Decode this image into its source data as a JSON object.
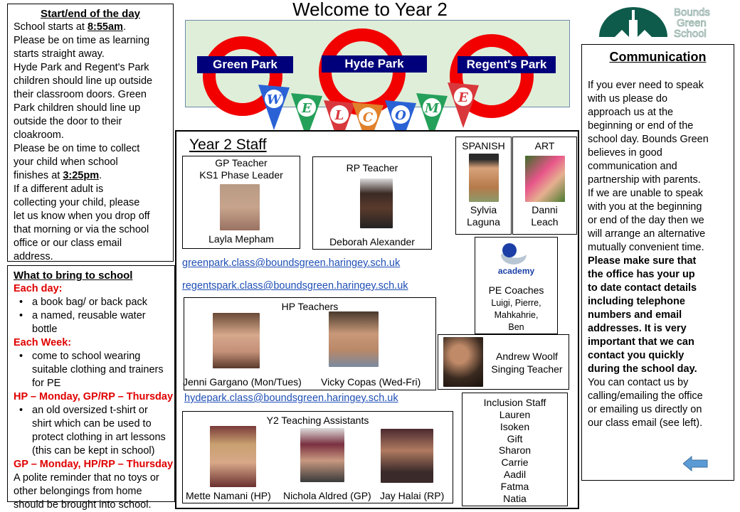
{
  "title": "Welcome to Year 2",
  "logo": {
    "text": "Bounds Green School",
    "color": "#0e5b4b"
  },
  "classes": [
    "Green Park",
    "Hyde Park",
    "Regent's Park"
  ],
  "bunting": [
    "W",
    "E",
    "L",
    "C",
    "O",
    "M",
    "E"
  ],
  "bunting_colors": [
    "#2a62d6",
    "#25a05a",
    "#d8383c",
    "#e0802a",
    "#2a62d6",
    "#25a05a",
    "#d8383c"
  ],
  "start": {
    "heading": "Start/end of the day",
    "lines": [
      [
        "School starts at ",
        {
          "text": "8:55am",
          "cls": "b u"
        },
        "."
      ],
      [
        "Please be on time as learning"
      ],
      [
        "starts straight away."
      ],
      [
        "Hyde Park and Regent's Park"
      ],
      [
        "children should line up outside"
      ],
      [
        "their classroom doors. Green"
      ],
      [
        "Park children should line up"
      ],
      [
        "outside the door to their"
      ],
      [
        "cloakroom."
      ],
      [
        "Please be on time to collect"
      ],
      [
        "your child when school"
      ],
      [
        "finishes at ",
        {
          "text": "3:25pm",
          "cls": "b u"
        },
        "."
      ],
      [
        "If a different adult is"
      ],
      [
        "collecting your child, please"
      ],
      [
        "let us know when you drop off"
      ],
      [
        "that morning or via the school"
      ],
      [
        "office or our class email"
      ],
      [
        "address."
      ]
    ]
  },
  "bring": {
    "heading": "What to bring to school",
    "lines": [
      [
        {
          "text": "Each day:",
          "cls": "red"
        }
      ],
      [
        {
          "text": "a book bag/ or back pack",
          "cls": "bul first"
        }
      ],
      [
        {
          "text": "a named, reusable water",
          "cls": "bul first"
        }
      ],
      [
        {
          "text": "bottle",
          "cls": "bul"
        }
      ],
      [
        {
          "text": "Each Week:",
          "cls": "red"
        }
      ],
      [
        {
          "text": "come to school wearing",
          "cls": "bul first"
        }
      ],
      [
        {
          "text": "suitable clothing and trainers",
          "cls": "bul"
        }
      ],
      [
        {
          "text": "for PE",
          "cls": "bul"
        }
      ],
      [
        {
          "text": "HP – Monday, GP/RP – Thursday",
          "cls": "red"
        }
      ],
      [
        {
          "text": "an old oversized t-shirt or",
          "cls": "bul first"
        }
      ],
      [
        {
          "text": "shirt which can be used to",
          "cls": "bul"
        }
      ],
      [
        {
          "text": "protect clothing in art lessons",
          "cls": "bul"
        }
      ],
      [
        {
          "text": "(this can be kept in school)",
          "cls": "bul"
        }
      ],
      [
        {
          "text": "GP – Monday, HP/RP – Thursday",
          "cls": "red"
        }
      ],
      [
        "A polite reminder that no toys or"
      ],
      [
        "other belongings from home"
      ],
      [
        "should be brought into school."
      ]
    ]
  },
  "communication": {
    "heading": "Communication",
    "lines": [
      [
        "If you ever need to speak"
      ],
      [
        "with us  please do"
      ],
      [
        "approach us at the"
      ],
      [
        "beginning or end of the"
      ],
      [
        "school day. Bounds Green"
      ],
      [
        "believes in good"
      ],
      [
        "communication and"
      ],
      [
        "partnership with parents."
      ],
      [
        "If we are unable to speak"
      ],
      [
        "with you at the beginning"
      ],
      [
        "or end of the day then we"
      ],
      [
        "will arrange an alternative"
      ],
      [
        "mutually convenient time."
      ],
      [
        " "
      ],
      [
        {
          "text": "Please make sure that",
          "cls": "b"
        }
      ],
      [
        {
          "text": "the office has your up",
          "cls": "b"
        }
      ],
      [
        {
          "text": "to date contact details",
          "cls": "b"
        }
      ],
      [
        {
          "text": "including telephone",
          "cls": "b"
        }
      ],
      [
        {
          "text": "numbers and email",
          "cls": "b"
        }
      ],
      [
        {
          "text": "addresses.  It is very",
          "cls": "b"
        }
      ],
      [
        {
          "text": "important that we can",
          "cls": "b"
        }
      ],
      [
        {
          "text": "contact you quickly",
          "cls": "b"
        }
      ],
      [
        {
          "text": "during the school day.",
          "cls": "b"
        }
      ],
      [
        " "
      ],
      [
        "You can contact us by"
      ],
      [
        "calling/emailing the office"
      ],
      [
        "or emailing us directly on"
      ],
      [
        "our class email (see left)."
      ]
    ]
  },
  "staff": {
    "heading": "Year 2 Staff",
    "gp": {
      "role1": "GP Teacher",
      "role2": "KS1 Phase Leader",
      "name": "Layla Mepham"
    },
    "rp": {
      "role": "RP Teacher",
      "name": "Deborah Alexander"
    },
    "spanish": {
      "role": "SPANISH",
      "name1": "Sylvia",
      "name2": "Laguna"
    },
    "art": {
      "role": "ART",
      "name1": "Danni",
      "name2": "Leach"
    },
    "pe": {
      "logo": "academy",
      "role": "PE Coaches",
      "names": [
        "Luigi, Pierre,",
        "Mahkahrie,",
        "Ben"
      ]
    },
    "emails": {
      "green": "greenpark.class@boundsgreen.haringey.sch.uk",
      "regents": "regentspark.class@boundsgreen.haringey.sch.uk",
      "hyde": "hydepark.class@boundsgreen.haringey.sch.uk"
    },
    "hp": {
      "heading": "HP Teachers",
      "names": [
        "Jenni Gargano (Mon/Tues)",
        "Vicky Copas (Wed-Fri)"
      ]
    },
    "singing": {
      "name": "Andrew Woolf",
      "role": "Singing Teacher"
    },
    "ta": {
      "heading": "Y2 Teaching Assistants",
      "names": [
        "Mette Namani (HP)",
        "Nichola  Aldred (GP)",
        "Jay Halai (RP)"
      ]
    },
    "inclusion": {
      "heading": "Inclusion Staff",
      "names": [
        "Lauren",
        "Isoken",
        "Gift",
        "Sharon",
        "Carrie",
        "Aadil",
        "Fatma",
        "Natia"
      ]
    }
  }
}
